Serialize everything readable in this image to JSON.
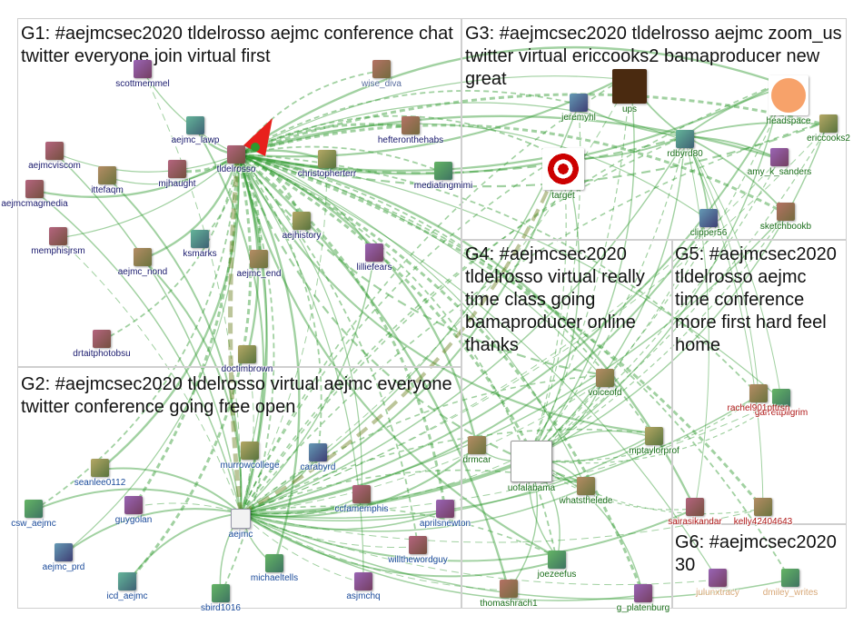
{
  "colors": {
    "edge": "#2e9a2e",
    "edge_dark": "#6b7f1e",
    "panel_border": "#cfcfcf"
  },
  "groups": [
    {
      "id": "g1",
      "title": "G1: #aejmcsec2020 tldelrosso aejmc conference chat twitter everyone join virtual first"
    },
    {
      "id": "g2",
      "title": "G2: #aejmcsec2020 tldelrosso virtual aejmc everyone twitter conference going free open"
    },
    {
      "id": "g3",
      "title": "G3: #aejmcsec2020 tldelrosso aejmc zoom_us twitter virtual ericcooks2 bamaproducer new great"
    },
    {
      "id": "g4",
      "title": "G4: #aejmcsec2020 tldelrosso virtual really time class going bamaproducer online thanks"
    },
    {
      "id": "g5",
      "title": "G5: #aejmcsec2020 tldelrosso aejmc time conference more first hard feel home"
    },
    {
      "id": "g6",
      "title": "G6: #aejmcsec2020 30"
    }
  ],
  "nodes": {
    "g1": [
      {
        "label": "scottmemmel",
        "color": "#1a1a6e",
        "icon": "photo"
      },
      {
        "label": "wise_diva",
        "color": "#5a6ea0",
        "icon": "photo"
      },
      {
        "label": "aejmc_lawp",
        "color": "#1a1a6e",
        "icon": "scales-icon"
      },
      {
        "label": "hefteronthehabs",
        "color": "#1a1a6e",
        "icon": "photo"
      },
      {
        "label": "aejmcviscom",
        "color": "#1a1a6e",
        "icon": "camera-icon"
      },
      {
        "label": "tldelrosso",
        "color": "#1a1a6e",
        "icon": "photo"
      },
      {
        "label": "christopherterr",
        "color": "#1a1a6e",
        "icon": "photo"
      },
      {
        "label": "mjhaught",
        "color": "#1a1a6e",
        "icon": "photo"
      },
      {
        "label": "ittefaqm",
        "color": "#1a1a6e",
        "icon": "photo"
      },
      {
        "label": "mediatingmimi",
        "color": "#1a1a6e",
        "icon": "photo"
      },
      {
        "label": "aejmcmagmedia",
        "color": "#1a1a6e",
        "icon": "photo"
      },
      {
        "label": "aejhistory",
        "color": "#1a1a6e",
        "icon": "photo"
      },
      {
        "label": "memphisjrsm",
        "color": "#1a1a6e",
        "icon": "photo"
      },
      {
        "label": "ksmarks",
        "color": "#1a1a6e",
        "icon": "photo"
      },
      {
        "label": "aejmc_nond",
        "color": "#1a1a6e",
        "icon": "photo"
      },
      {
        "label": "aejmc_end",
        "color": "#1a1a6e",
        "icon": "photo"
      },
      {
        "label": "lilliefears",
        "color": "#1a1a6e",
        "icon": "photo"
      },
      {
        "label": "drtaitphotobsu",
        "color": "#1a1a6e",
        "icon": "photo"
      },
      {
        "label": "doctimbrown",
        "color": "#1a1a6e",
        "icon": "photo"
      }
    ],
    "g2": [
      {
        "label": "murrowcollege",
        "color": "#1a4a9a",
        "icon": "photo"
      },
      {
        "label": "carabyrd",
        "color": "#1a4a9a",
        "icon": "photo"
      },
      {
        "label": "seanlee0112",
        "color": "#1a4a9a",
        "icon": "photo"
      },
      {
        "label": "guygolan",
        "color": "#1a4a9a",
        "icon": "photo"
      },
      {
        "label": "ccfamemphis",
        "color": "#1a4a9a",
        "icon": "photo"
      },
      {
        "label": "csw_aejmc",
        "color": "#1a4a9a",
        "icon": "photo"
      },
      {
        "label": "aejmc",
        "color": "#1a4a9a",
        "icon": "logo"
      },
      {
        "label": "aprilsnewton",
        "color": "#1a4a9a",
        "icon": "photo"
      },
      {
        "label": "aejmc_prd",
        "color": "#1a4a9a",
        "icon": "photo"
      },
      {
        "label": "willthewordguy",
        "color": "#1a4a9a",
        "icon": "photo"
      },
      {
        "label": "michaeltells",
        "color": "#1a4a9a",
        "icon": "photo"
      },
      {
        "label": "icd_aejmc",
        "color": "#1a4a9a",
        "icon": "photo"
      },
      {
        "label": "asjmchq",
        "color": "#1a4a9a",
        "icon": "photo"
      },
      {
        "label": "sbird1016",
        "color": "#1a4a9a",
        "icon": "photo"
      }
    ],
    "g3": [
      {
        "label": "ups",
        "color": "#1a6e1a",
        "icon": "logo"
      },
      {
        "label": "jeremyhl",
        "color": "#1a6e1a",
        "icon": "photo"
      },
      {
        "label": "headspace",
        "color": "#1a6e1a",
        "icon": "logo"
      },
      {
        "label": "ericcooks2",
        "color": "#1a6e1a",
        "icon": "photo"
      },
      {
        "label": "rdbyrd80",
        "color": "#1a6e1a",
        "icon": "photo"
      },
      {
        "label": "target",
        "color": "#1a6e1a",
        "icon": "logo"
      },
      {
        "label": "amy_k_sanders",
        "color": "#1a6e1a",
        "icon": "photo"
      },
      {
        "label": "sketchbookb",
        "color": "#1a6e1a",
        "icon": "photo"
      },
      {
        "label": "clipper56",
        "color": "#1a6e1a",
        "icon": "photo"
      }
    ],
    "g4": [
      {
        "label": "voiceofd",
        "color": "#1a6e1a",
        "icon": "photo"
      },
      {
        "label": "mptaylorprof",
        "color": "#1a6e1a",
        "icon": "photo"
      },
      {
        "label": "drmcar",
        "color": "#1a6e1a",
        "icon": "photo"
      },
      {
        "label": "uofalabama",
        "color": "#1a6e1a",
        "icon": "logo"
      },
      {
        "label": "whatsthelede",
        "color": "#1a6e1a",
        "icon": "photo"
      },
      {
        "label": "joezeefus",
        "color": "#1a6e1a",
        "icon": "photo"
      },
      {
        "label": "thomashrach1",
        "color": "#1a6e1a",
        "icon": "photo"
      },
      {
        "label": "g_platenburg",
        "color": "#1a6e1a",
        "icon": "photo"
      }
    ],
    "g5": [
      {
        "label": "garrettpilgrim",
        "color": "#b01818",
        "icon": "photo"
      },
      {
        "label": "rachel901pttrsn",
        "color": "#b01818",
        "icon": "photo"
      },
      {
        "label": "sairasikandar",
        "color": "#b01818",
        "icon": "photo"
      },
      {
        "label": "kelly42404643",
        "color": "#b01818",
        "icon": "photo"
      }
    ],
    "g6": [
      {
        "label": "julunxtracy",
        "color": "#d8a878",
        "icon": "photo"
      },
      {
        "label": "dmiley_writes",
        "color": "#d8a878",
        "icon": "photo"
      }
    ]
  }
}
